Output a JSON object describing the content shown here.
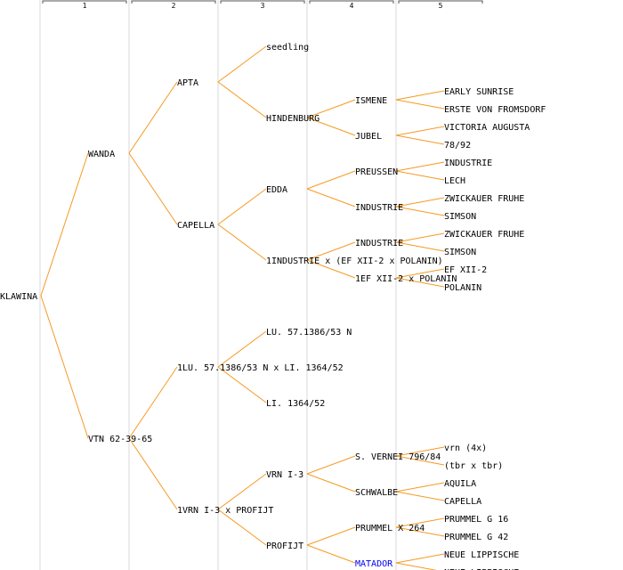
{
  "generations": [
    "1",
    "2",
    "3",
    "4",
    "5"
  ],
  "colors": {
    "edge": "#f59a23",
    "divider": "#d8d8d8",
    "link": "#0000ee",
    "text": "#000000"
  },
  "tree": {
    "label": "KLAWINA",
    "children": [
      {
        "label": "WANDA",
        "children": [
          {
            "label": "APTA",
            "children": [
              {
                "label": "seedling"
              },
              {
                "label": "HINDENBURG",
                "children": [
                  {
                    "label": "ISMENE",
                    "children": [
                      {
                        "label": "EARLY SUNRISE"
                      },
                      {
                        "label": "ERSTE VON FROMSDORF"
                      }
                    ]
                  },
                  {
                    "label": "JUBEL",
                    "children": [
                      {
                        "label": "VICTORIA AUGUSTA"
                      },
                      {
                        "label": "78/92"
                      }
                    ]
                  }
                ]
              }
            ]
          },
          {
            "label": "CAPELLA",
            "children": [
              {
                "label": "EDDA",
                "children": [
                  {
                    "label": "PREUSSEN",
                    "children": [
                      {
                        "label": "INDUSTRIE"
                      },
                      {
                        "label": "LECH"
                      }
                    ]
                  },
                  {
                    "label": "INDUSTRIE",
                    "children": [
                      {
                        "label": "ZWICKAUER FRUHE"
                      },
                      {
                        "label": "SIMSON"
                      }
                    ]
                  }
                ]
              },
              {
                "label": "1INDUSTRIE x (EF XII-2 x POLANIN)",
                "children": [
                  {
                    "label": "INDUSTRIE",
                    "children": [
                      {
                        "label": "ZWICKAUER FRUHE"
                      },
                      {
                        "label": "SIMSON"
                      }
                    ]
                  },
                  {
                    "label": "1EF XII-2 x POLANIN",
                    "children": [
                      {
                        "label": "EF XII-2"
                      },
                      {
                        "label": "POLANIN"
                      }
                    ]
                  }
                ]
              }
            ]
          }
        ]
      },
      {
        "label": "VTN 62-39-65",
        "children": [
          {
            "label": "1LU. 57.1386/53 N x LI. 1364/52",
            "children": [
              {
                "label": "LU. 57.1386/53 N"
              },
              {
                "label": "LI. 1364/52"
              }
            ]
          },
          {
            "label": "1VRN I-3 x PROFIJT",
            "children": [
              {
                "label": "VRN I-3",
                "children": [
                  {
                    "label": "S. VERNEI 796/84",
                    "children": [
                      {
                        "label": "vrn (4x)"
                      },
                      {
                        "label": "(tbr x tbr)"
                      }
                    ]
                  },
                  {
                    "label": "SCHWALBE",
                    "children": [
                      {
                        "label": "AQUILA"
                      },
                      {
                        "label": "CAPELLA"
                      }
                    ]
                  }
                ]
              },
              {
                "label": "PROFIJT",
                "children": [
                  {
                    "label": "PRUMMEL X 264",
                    "children": [
                      {
                        "label": "PRUMMEL G 16"
                      },
                      {
                        "label": "PRUMMEL G 42"
                      }
                    ]
                  },
                  {
                    "label": "MATADOR",
                    "link": true,
                    "children": [
                      {
                        "label": "NEUE LIPPISCHE"
                      },
                      {
                        "label": "NEUE LIPPISCHE"
                      }
                    ]
                  }
                ]
              }
            ]
          }
        ]
      }
    ]
  }
}
